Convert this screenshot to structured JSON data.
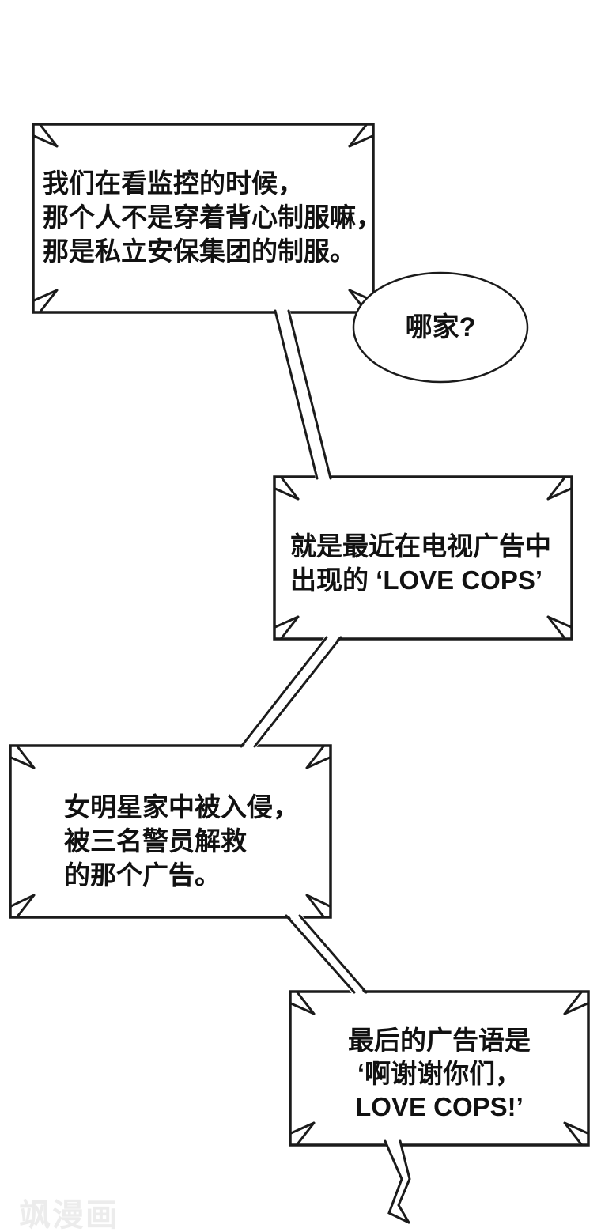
{
  "page": {
    "background_color": "#ffffff",
    "line_color": "#1b1b1b",
    "text_color": "#111111"
  },
  "bubbles": [
    {
      "name": "bubble-1",
      "shape": "burst-rect",
      "text": "我们在看监控的时候，\n那个人不是穿着背心制服嘛，\n那是私立安保集团的制服。"
    },
    {
      "name": "bubble-2",
      "shape": "oval",
      "text": "哪家?"
    },
    {
      "name": "bubble-3",
      "shape": "burst-rect",
      "text": "就是最近在电视广告中\n出现的 ‘LOVE COPS’"
    },
    {
      "name": "bubble-4",
      "shape": "burst-rect",
      "text": "女明星家中被入侵，\n被三名警员解救\n的那个广告。"
    },
    {
      "name": "bubble-5",
      "shape": "burst-rect",
      "text": "最后的广告语是\n‘啊谢谢你们，\nLOVE COPS!’"
    }
  ],
  "watermark": {
    "text": "飒漫画",
    "color": "#ececec"
  }
}
